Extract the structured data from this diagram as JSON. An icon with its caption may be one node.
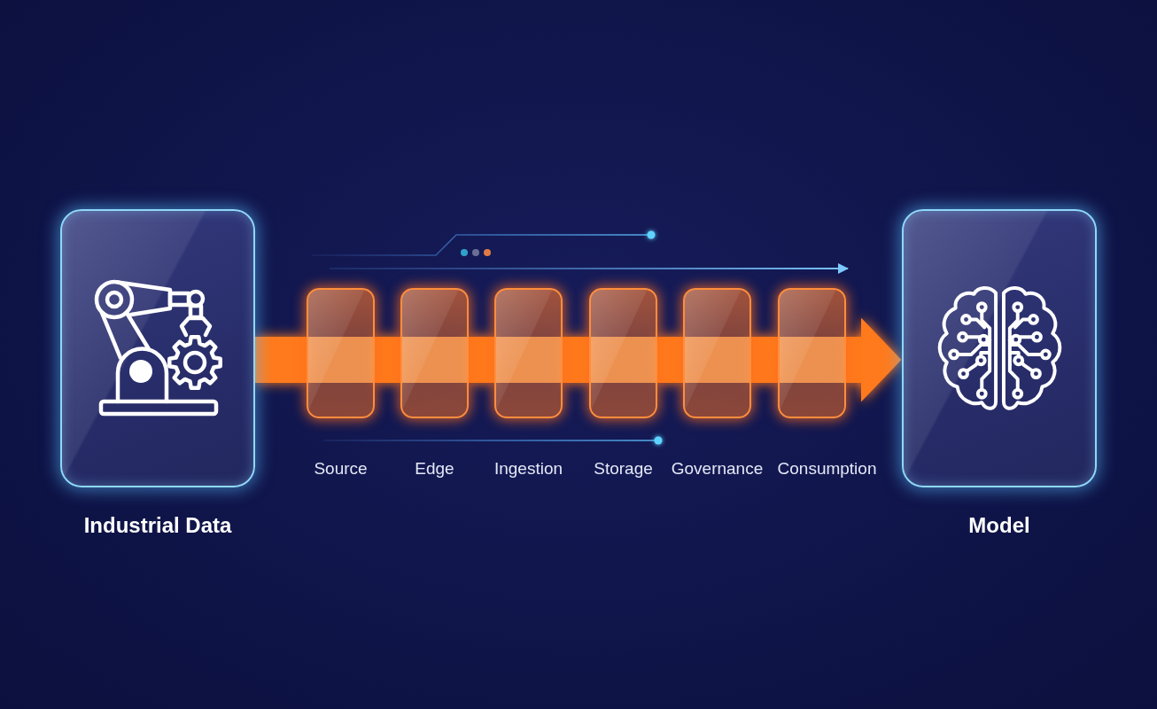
{
  "diagram": {
    "nodes": [
      {
        "text": [
          "Industrial Data"
        ]
      },
      {
        "text": [
          "Source"
        ]
      },
      {
        "text": [
          "Edge"
        ]
      },
      {
        "text": [
          "Ingestion"
        ]
      },
      {
        "text": [
          "Storage"
        ]
      },
      {
        "text": [
          "Governance"
        ]
      },
      {
        "text": [
          "Consumption"
        ]
      },
      {
        "text": [
          "Model"
        ]
      }
    ],
    "edges": [
      {
        "from": 0,
        "to": 1,
        "arrow": "none"
      },
      {
        "from": 1,
        "to": 2,
        "arrow": "none"
      },
      {
        "from": 2,
        "to": 3,
        "arrow": "none"
      },
      {
        "from": 3,
        "to": 4,
        "arrow": "none"
      },
      {
        "from": 4,
        "to": 5,
        "arrow": "none"
      },
      {
        "from": 5,
        "to": 6,
        "arrow": "none"
      },
      {
        "from": 6,
        "to": 7,
        "arrow": "to"
      }
    ]
  }
}
